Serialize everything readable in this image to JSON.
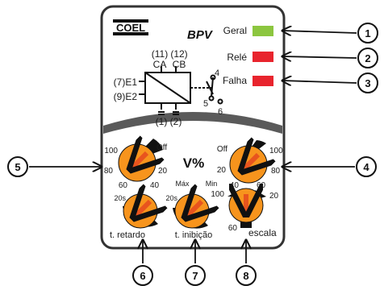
{
  "header": {
    "brand": "COEL",
    "model": "BPV"
  },
  "leds": [
    {
      "label": "Geral",
      "color": "#8cc63f"
    },
    {
      "label": "Relé",
      "color": "#e8242d"
    },
    {
      "label": "Falha",
      "color": "#e8242d"
    }
  ],
  "relay": {
    "top_numbers": [
      "(11)",
      "(12)"
    ],
    "top_labels": [
      "CA",
      "CB"
    ],
    "left_labels": [
      "(7)E1",
      "(9)E2"
    ],
    "bottom_labels": [
      "(1)",
      "(2)"
    ],
    "contacts": [
      "4",
      "5",
      "6"
    ]
  },
  "knobs": {
    "left_voltage": {
      "ticks": [
        "100",
        "Off",
        "80",
        "20",
        "60",
        "40"
      ]
    },
    "center_label": "V%",
    "right_voltage": {
      "ticks": [
        "Off",
        "100",
        "20",
        "80",
        "40",
        "60"
      ]
    },
    "retardo": {
      "tick": "20s",
      "label": "t. retardo"
    },
    "inibicao": {
      "tick": "20s",
      "label": "t. inibição",
      "extra_ticks": [
        "Máx",
        "Min"
      ]
    },
    "escala": {
      "ticks": [
        "100",
        "20",
        "60"
      ],
      "label": "escala"
    }
  },
  "callouts": [
    "1",
    "2",
    "3",
    "4",
    "5",
    "6",
    "7",
    "8"
  ],
  "colors": {
    "knob": "#f7941d",
    "arrow": "#e8541e",
    "panel_border": "#333333",
    "band": "#5a5a5a"
  }
}
